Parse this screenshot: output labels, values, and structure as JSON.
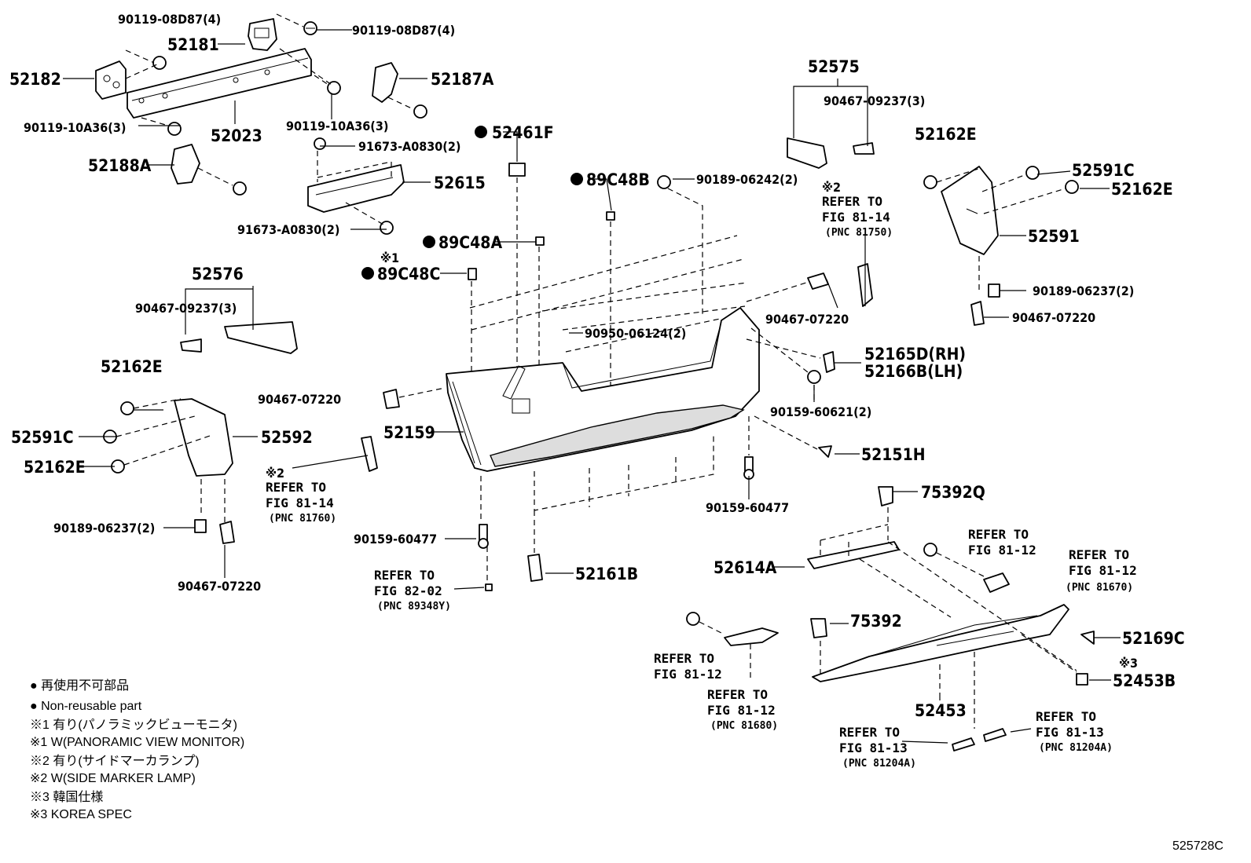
{
  "diagram_id": "525728C",
  "callouts": {
    "c52182": "52182",
    "c52181": "52181",
    "c90119_08D87_a": "90119-08D87(4)",
    "c90119_08D87_b": "90119-08D87(4)",
    "c52023": "52023",
    "c90119_10A36_a": "90119-10A36(3)",
    "c90119_10A36_b": "90119-10A36(3)",
    "c52187A": "52187A",
    "c52188A": "52188A",
    "c91673_a": "91673-A0830(2)",
    "c91673_b": "91673-A0830(2)",
    "c52615": "52615",
    "c52461F": "52461F",
    "c89C48B": "89C48B",
    "c89C48A": "89C48A",
    "c89C48C": "89C48C",
    "c90189_06242": "90189-06242(2)",
    "c52575": "52575",
    "c90467_09237_a": "90467-09237(3)",
    "c52162E_a": "52162E",
    "c52591C_a": "52591C",
    "c52162E_b": "52162E",
    "c52591": "52591",
    "c90189_06237_a": "90189-06237(2)",
    "c90467_07220_a": "90467-07220",
    "c90467_07220_b": "90467-07220",
    "c52576": "52576",
    "c90467_09237_b": "90467-09237(3)",
    "c90950": "90950-06124(2)",
    "c52165D": "52165D(RH)",
    "c52166B": "52166B(LH)",
    "c52162E_c": "52162E",
    "c90467_07220_c": "90467-07220",
    "c90159_60621": "90159-60621(2)",
    "c52591C_b": "52591C",
    "c52592": "52592",
    "c52159": "52159",
    "c52162E_d": "52162E",
    "c52151H": "52151H",
    "c90159_60477_a": "90159-60477",
    "c75392Q": "75392Q",
    "c90189_06237_b": "90189-06237(2)",
    "c90159_60477_b": "90159-60477",
    "c52614A": "52614A",
    "c52161B": "52161B",
    "c90467_07220_d": "90467-07220",
    "c75392": "75392",
    "c52169C": "52169C",
    "c52453B": "52453B",
    "c52453": "52453"
  },
  "notes": {
    "mark1": "※1",
    "mark2a": "※2",
    "mark2b": "※2",
    "mark3": "※3"
  },
  "references": [
    {
      "id": "r1",
      "line1": "REFER TO",
      "line2": "FIG 81-14",
      "pnc": "(PNC 81750)"
    },
    {
      "id": "r2",
      "line1": "REFER TO",
      "line2": "FIG 81-14",
      "pnc": "(PNC 81760)"
    },
    {
      "id": "r3",
      "line1": "REFER TO",
      "line2": "FIG 82-02",
      "pnc": "(PNC 89348Y)"
    },
    {
      "id": "r4",
      "line1": "REFER TO",
      "line2": "FIG 81-12",
      "pnc": ""
    },
    {
      "id": "r5",
      "line1": "REFER TO",
      "line2": "FIG 81-12",
      "pnc": "(PNC 81670)"
    },
    {
      "id": "r6",
      "line1": "REFER TO",
      "line2": "FIG 81-12",
      "pnc": ""
    },
    {
      "id": "r7",
      "line1": "REFER TO",
      "line2": "FIG 81-12",
      "pnc": "(PNC 81680)"
    },
    {
      "id": "r8",
      "line1": "REFER TO",
      "line2": "FIG 81-13",
      "pnc": "(PNC 81204A)"
    },
    {
      "id": "r9",
      "line1": "REFER TO",
      "line2": "FIG 81-13",
      "pnc": "(PNC 81204A)"
    }
  ],
  "legend": [
    "● 再使用不可部品",
    "● Non-reusable part",
    "※1 有り(パノラミックビューモニタ)",
    "※1 W(PANORAMIC VIEW MONITOR)",
    "※2 有り(サイドマーカランプ)",
    "※2 W(SIDE MARKER LAMP)",
    "※3 韓国仕様",
    "※3 KOREA SPEC"
  ]
}
